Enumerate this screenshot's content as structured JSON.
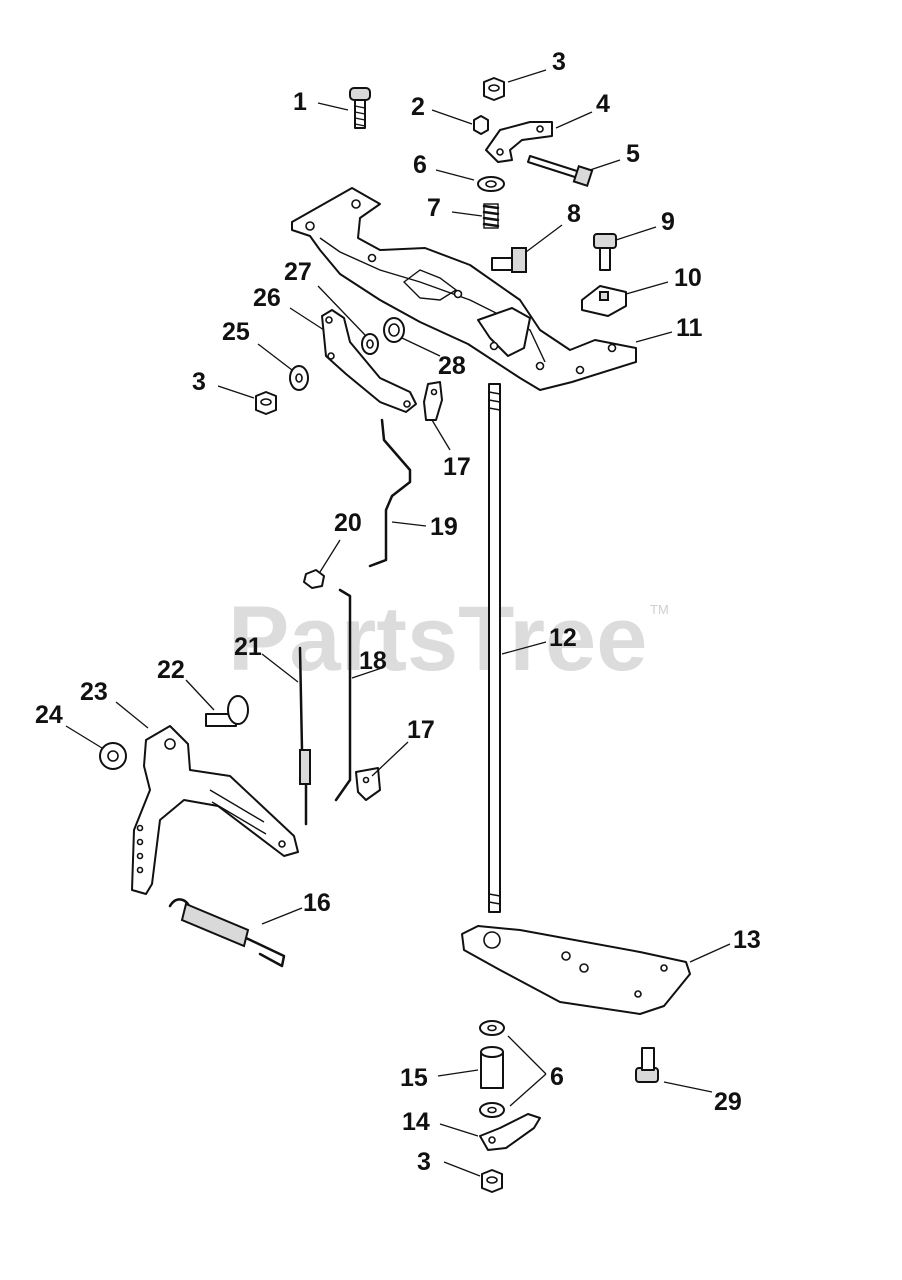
{
  "watermark": {
    "text": "PartsTree",
    "trademark": "TM"
  },
  "callouts": [
    {
      "id": "c1",
      "label": "1"
    },
    {
      "id": "c2",
      "label": "2"
    },
    {
      "id": "c3a",
      "label": "3"
    },
    {
      "id": "c4",
      "label": "4"
    },
    {
      "id": "c5",
      "label": "5"
    },
    {
      "id": "c6a",
      "label": "6"
    },
    {
      "id": "c7",
      "label": "7"
    },
    {
      "id": "c8",
      "label": "8"
    },
    {
      "id": "c9",
      "label": "9"
    },
    {
      "id": "c10",
      "label": "10"
    },
    {
      "id": "c11",
      "label": "11"
    },
    {
      "id": "c27",
      "label": "27"
    },
    {
      "id": "c26",
      "label": "26"
    },
    {
      "id": "c25",
      "label": "25"
    },
    {
      "id": "c28",
      "label": "28"
    },
    {
      "id": "c3b",
      "label": "3"
    },
    {
      "id": "c17a",
      "label": "17"
    },
    {
      "id": "c20",
      "label": "20"
    },
    {
      "id": "c19",
      "label": "19"
    },
    {
      "id": "c12",
      "label": "12"
    },
    {
      "id": "c21",
      "label": "21"
    },
    {
      "id": "c18",
      "label": "18"
    },
    {
      "id": "c22",
      "label": "22"
    },
    {
      "id": "c23",
      "label": "23"
    },
    {
      "id": "c24",
      "label": "24"
    },
    {
      "id": "c17b",
      "label": "17"
    },
    {
      "id": "c16",
      "label": "16"
    },
    {
      "id": "c13",
      "label": "13"
    },
    {
      "id": "c15",
      "label": "15"
    },
    {
      "id": "c6b",
      "label": "6"
    },
    {
      "id": "c29",
      "label": "29"
    },
    {
      "id": "c14",
      "label": "14"
    },
    {
      "id": "c3c",
      "label": "3"
    }
  ]
}
